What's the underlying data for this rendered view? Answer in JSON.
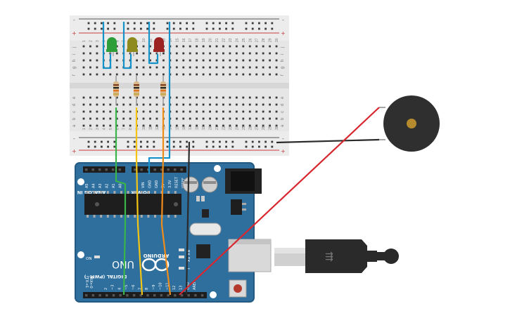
{
  "breadboard": {
    "col_numbers": [
      "1",
      "2",
      "3",
      "4",
      "5",
      "6",
      "7",
      "8",
      "9",
      "10",
      "11",
      "12",
      "13",
      "14",
      "15",
      "16",
      "17",
      "18",
      "19",
      "20",
      "21",
      "22",
      "23",
      "24",
      "25",
      "26",
      "27",
      "28",
      "29",
      "30"
    ],
    "top_rows": [
      "j",
      "i",
      "h",
      "g",
      "f"
    ],
    "bottom_rows": [
      "e",
      "d",
      "c",
      "b",
      "a"
    ],
    "rail_plus": "+",
    "rail_minus": "-"
  },
  "leds": [
    {
      "color": "#2e9e3a"
    },
    {
      "color": "#8f8a1e"
    },
    {
      "color": "#9c2222"
    }
  ],
  "arduino": {
    "brand": "ARDUINO",
    "model": "UNO",
    "digital_label": "DIGITAL (PWM~)",
    "analog_label": "ANALOG IN",
    "power_label": "POWER",
    "on_label": "ON",
    "tx_label": "TX",
    "rx_label": "RX",
    "l_label": "L",
    "tx0": "TX→1",
    "rx0": "RX←0",
    "digital_pins": [
      "2",
      "~3",
      "4",
      "~5",
      "~6",
      "7",
      "8",
      "~9",
      "~10",
      "~11",
      "12",
      "13",
      "GND",
      "AREF"
    ],
    "analog_pins": [
      "A5",
      "A4",
      "A3",
      "A2",
      "A1",
      "A0"
    ],
    "power_pins": [
      "VIN",
      "GND",
      "GND",
      "5V",
      "3.3V",
      "RESET",
      "IOREF"
    ],
    "color": "#2e6f9e"
  },
  "wires": {
    "blue": "#1592c9",
    "green": "#3ab54a",
    "yellow": "#f2c413",
    "orange": "#ef8c1a",
    "black": "#2b2b2b",
    "red": "#d8262e"
  },
  "buzzer": {
    "color": "#2f2f2f",
    "center_color": "#b58b2d"
  }
}
